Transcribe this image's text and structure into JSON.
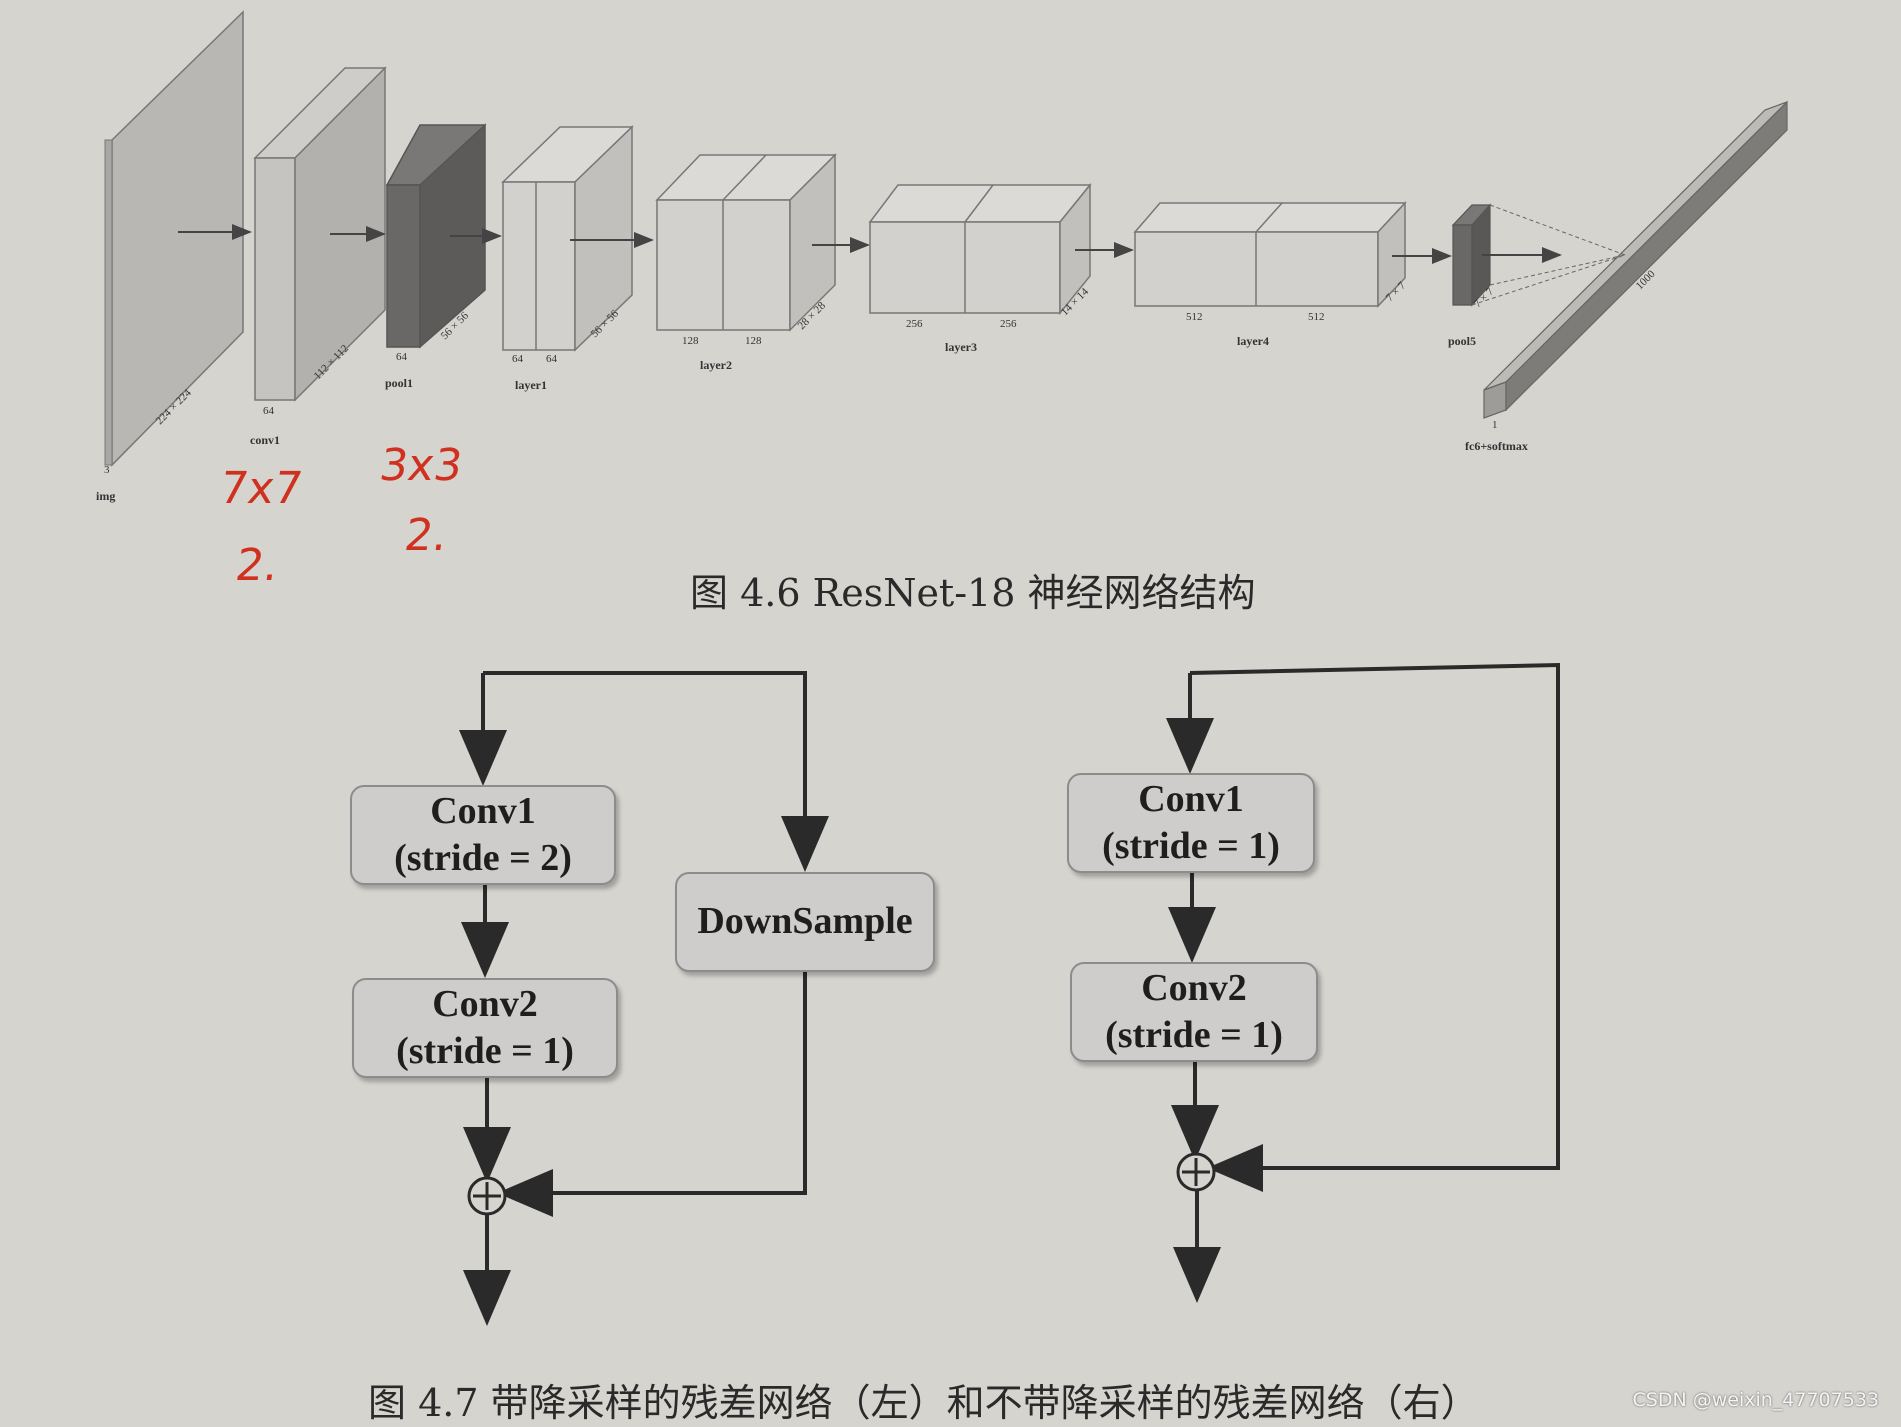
{
  "fig46": {
    "caption": "图 4.6    ResNet-18 神经网络结构",
    "img": {
      "channels": "3",
      "size": "224 × 224",
      "name": "img"
    },
    "conv1": {
      "channels": "64",
      "size": "112 × 112",
      "name": "conv1"
    },
    "pool1": {
      "channels": "64",
      "size": "56 × 56",
      "name": "pool1"
    },
    "layer1": {
      "ch_a": "64",
      "ch_b": "64",
      "size": "56 × 56",
      "name": "layer1"
    },
    "layer2": {
      "ch_a": "128",
      "ch_b": "128",
      "size": "28 × 28",
      "name": "layer2"
    },
    "layer3": {
      "ch_a": "256",
      "ch_b": "256",
      "size": "14 × 14",
      "name": "layer3"
    },
    "layer4": {
      "ch_a": "512",
      "ch_b": "512",
      "size": "7 × 7",
      "name": "layer4"
    },
    "pool5": {
      "size": "7 × 7",
      "name": "pool5"
    },
    "fc6": {
      "units": "1000",
      "channels": "1",
      "name": "fc6+softmax"
    },
    "notes": {
      "conv_kernel": "7x7",
      "conv_stride": "2.",
      "pool_kernel": "3x3",
      "pool_stride": "2."
    }
  },
  "fig47": {
    "caption": "图 4.7    带降采样的残差网络（左）和不带降采样的残差网络（右）",
    "left": {
      "conv1": {
        "name": "Conv1",
        "param": "(stride = 2)"
      },
      "conv2": {
        "name": "Conv2",
        "param": "(stride = 1)"
      },
      "downsample": "DownSample"
    },
    "right": {
      "conv1": {
        "name": "Conv1",
        "param": "(stride = 1)"
      },
      "conv2": {
        "name": "Conv2",
        "param": "(stride = 1)"
      }
    },
    "add_symbol": "+"
  },
  "watermark": "CSDN @weixin_47707533"
}
